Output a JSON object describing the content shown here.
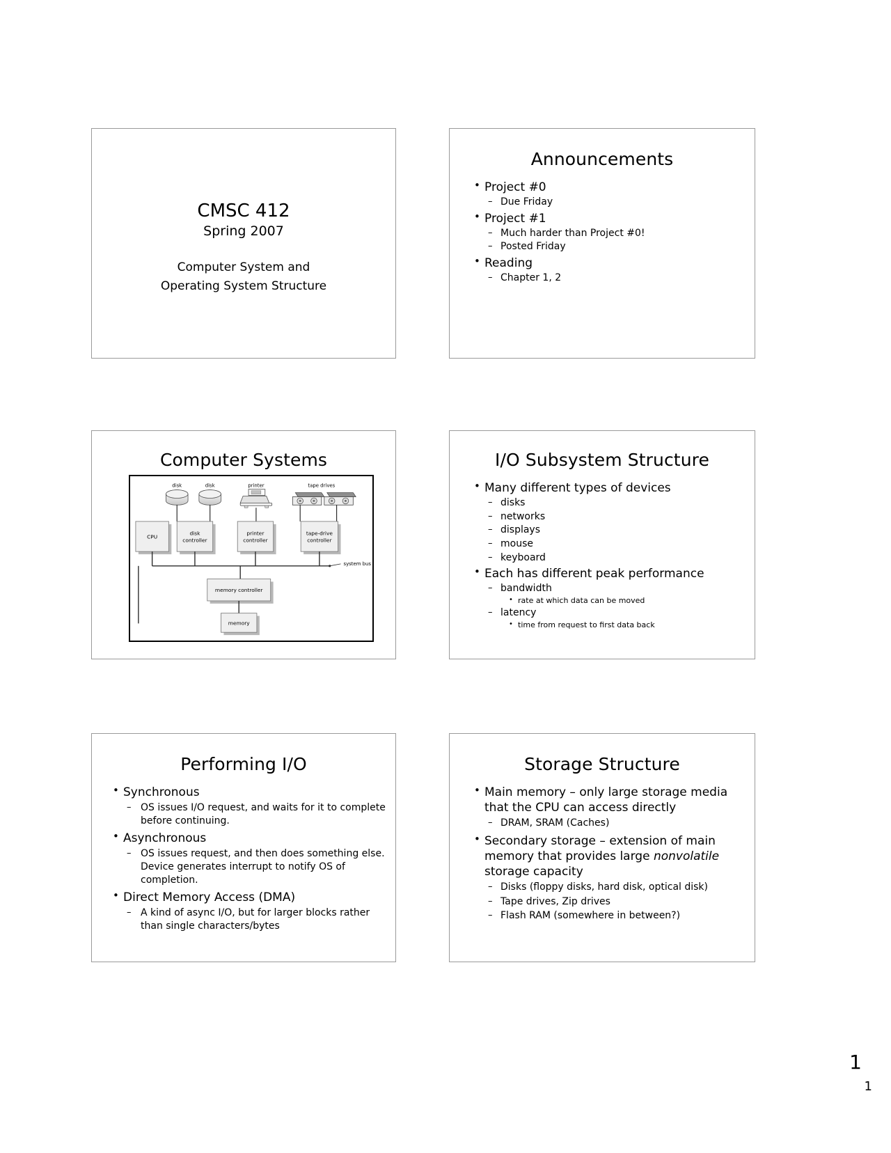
{
  "document": {
    "page_number_large": "1",
    "page_number_small": "1"
  },
  "slides": [
    {
      "name": "title-slide",
      "course": "CMSC 412",
      "term": "Spring 2007",
      "subtitle_line1": "Computer System and",
      "subtitle_line2": "Operating System Structure"
    },
    {
      "name": "announcements",
      "title": "Announcements",
      "bullets": [
        {
          "level": 1,
          "text": "Project #0"
        },
        {
          "level": 2,
          "text": "Due Friday"
        },
        {
          "level": 1,
          "text": "Project #1"
        },
        {
          "level": 2,
          "text": "Much harder than Project #0!"
        },
        {
          "level": 2,
          "text": "Posted Friday"
        },
        {
          "level": 1,
          "text": "Reading"
        },
        {
          "level": 2,
          "text": "Chapter 1, 2"
        }
      ]
    },
    {
      "name": "computer-systems",
      "title": "Computer Systems",
      "figure": {
        "device_labels": [
          "disk",
          "disk",
          "printer",
          "tape drives"
        ],
        "boxes": [
          "CPU",
          "disk controller",
          "printer controller",
          "tape-drive controller",
          "memory controller",
          "memory"
        ],
        "bus_label": "system bus"
      }
    },
    {
      "name": "io-subsystem-structure",
      "title": "I/O Subsystem Structure",
      "bullets": [
        {
          "level": 1,
          "text": "Many different types of devices"
        },
        {
          "level": 2,
          "text": "disks"
        },
        {
          "level": 2,
          "text": "networks"
        },
        {
          "level": 2,
          "text": "displays"
        },
        {
          "level": 2,
          "text": "mouse"
        },
        {
          "level": 2,
          "text": "keyboard"
        },
        {
          "level": 1,
          "text": "Each has different peak performance"
        },
        {
          "level": 2,
          "text": "bandwidth"
        },
        {
          "level": 3,
          "text": "rate at which data can be moved"
        },
        {
          "level": 2,
          "text": "latency"
        },
        {
          "level": 3,
          "text": "time from request to first data back"
        }
      ]
    },
    {
      "name": "performing-io",
      "title": "Performing I/O",
      "bullets": [
        {
          "level": 1,
          "text": "Synchronous"
        },
        {
          "level": 2,
          "text": "OS issues I/O request, and waits for it to complete before continuing."
        },
        {
          "level": 1,
          "text": "Asynchronous"
        },
        {
          "level": 2,
          "text": "OS issues request, and then does something else.  Device generates interrupt to notify OS of completion."
        },
        {
          "level": 1,
          "text": "Direct Memory Access (DMA)"
        },
        {
          "level": 2,
          "text": "A kind of async I/O, but for larger blocks rather than single characters/bytes"
        }
      ]
    },
    {
      "name": "storage-structure",
      "title": "Storage Structure",
      "bullets": [
        {
          "level": 1,
          "text": "Main memory – only large storage media that the CPU can access directly"
        },
        {
          "level": 2,
          "text": "DRAM, SRAM (Caches)"
        },
        {
          "level": 1,
          "text_pre": "Secondary storage – extension of main memory that provides large ",
          "emphasis": "nonvolatile",
          "text_post": " storage capacity"
        },
        {
          "level": 2,
          "text": "Disks (floppy disks, hard disk, optical disk)"
        },
        {
          "level": 2,
          "text": "Tape drives, Zip drives"
        },
        {
          "level": 2,
          "text": "Flash RAM (somewhere in between?)"
        }
      ]
    }
  ],
  "colors": {
    "slide_border": "#9a9a9a",
    "figure_border": "#000000",
    "box_fill": "#efefef",
    "box_stroke": "#808080",
    "shadow": "#b8b8b8",
    "text": "#000000"
  }
}
